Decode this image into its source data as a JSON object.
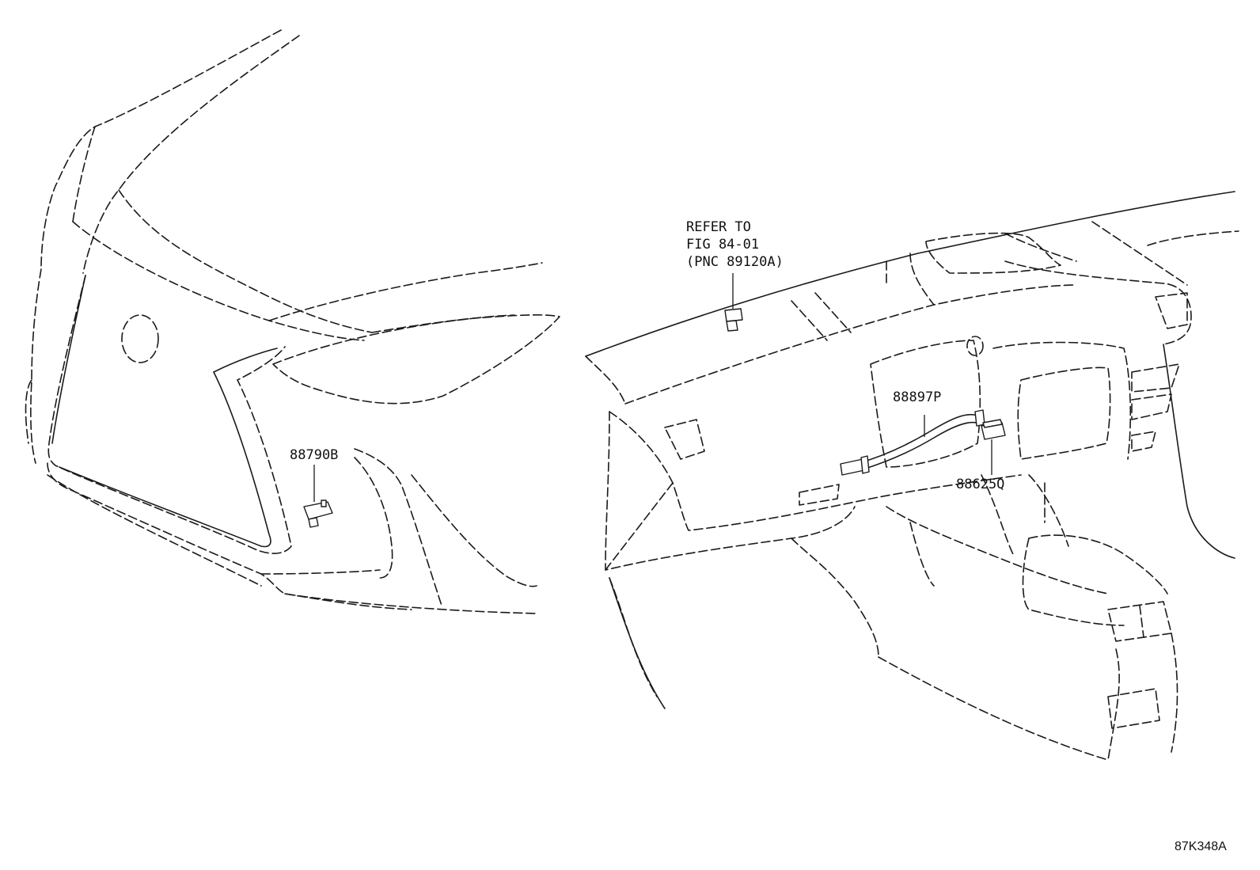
{
  "callouts": {
    "part_88790B": "88790B",
    "part_88897P": "88897P",
    "part_88625Q": "88625Q",
    "refer_line1": "REFER TO",
    "refer_line2": "FIG 84-01",
    "refer_line3": "(PNC 89120A)"
  },
  "figure_id": "87K348A",
  "colors": {
    "ink": "#1a1a1a",
    "background": "#ffffff"
  }
}
